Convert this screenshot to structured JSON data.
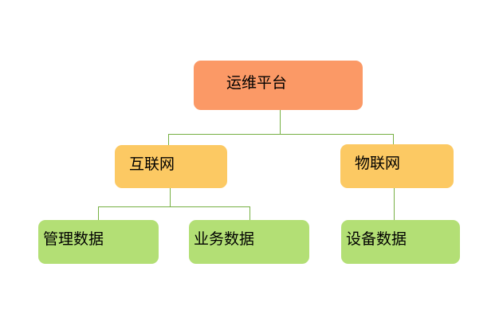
{
  "diagram": {
    "type": "tree",
    "background": "#FFFFFF",
    "text_color": "#000000",
    "connector_color": "#76B043",
    "root": {
      "label": "运维平台",
      "fill": "#FB9966"
    },
    "branches": [
      {
        "label": "互联网",
        "fill": "#FCC963",
        "children": [
          {
            "label": "管理数据",
            "fill": "#B3DF75"
          },
          {
            "label": "业务数据",
            "fill": "#B3DF75"
          }
        ]
      },
      {
        "label": "物联网",
        "fill": "#FCC963",
        "children": [
          {
            "label": "设备数据",
            "fill": "#B3DF75"
          }
        ]
      }
    ]
  }
}
